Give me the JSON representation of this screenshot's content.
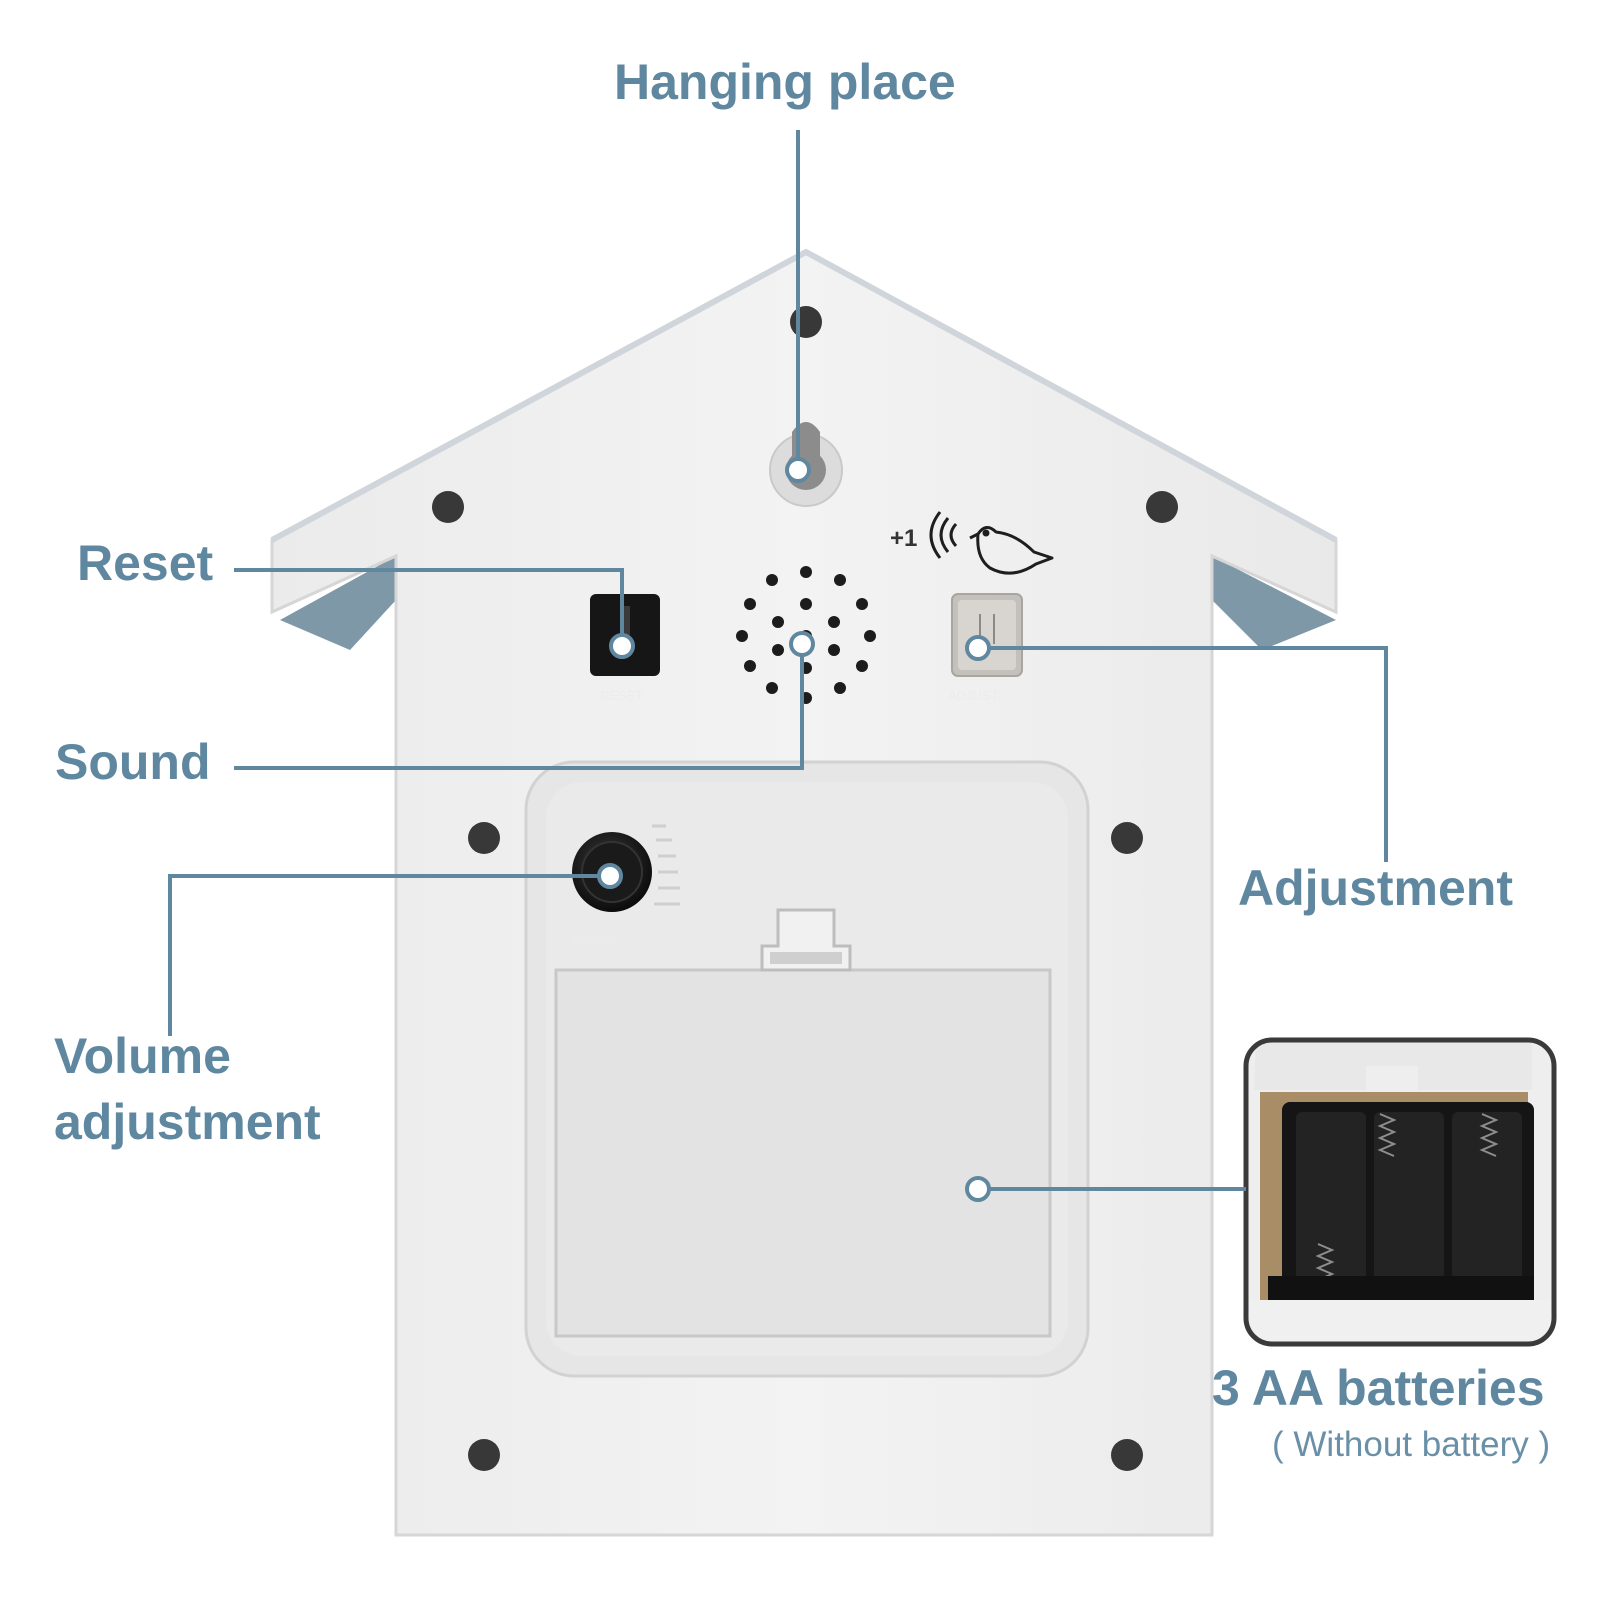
{
  "callouts": {
    "hanging_place": "Hanging place",
    "reset": "Reset",
    "sound": "Sound",
    "adjustment": "Adjustment",
    "volume_adjustment_line1": "Volume",
    "volume_adjustment_line2": "adjustment",
    "batteries": "3 AA batteries",
    "batteries_note": "( Without battery )"
  },
  "panel_markings": {
    "chime_increment": "+1"
  },
  "colors": {
    "callout_text": "#5f88a0",
    "leader_line": "#5f88a0",
    "device_body": "#efefef",
    "battery_holder": "#1b1b1b"
  }
}
